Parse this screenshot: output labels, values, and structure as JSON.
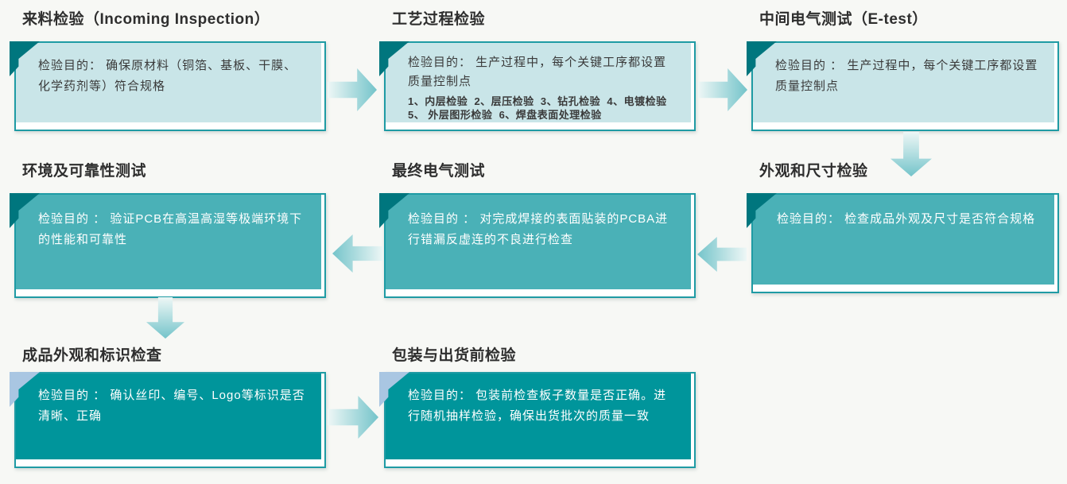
{
  "diagram": {
    "subject": "PCB质量检验流程",
    "background": "#f7f8f5"
  },
  "palette": {
    "border_teal": "#1f9ba4",
    "light_box_fill": "#c9e5e8",
    "medium_box_fill": "#4ab1b7",
    "dark_box_fill": "#00959b",
    "corner_fold_dark": "#00767e",
    "corner_fold_light_blue": "#a9c6e2",
    "arrow_head_teal": "#74c4ca",
    "arrow_tail_light": "#eef7f6",
    "title_text": "#2e2e2e",
    "body_text_dark": "#3a3a3a",
    "body_text_light": "#ffffff"
  },
  "nodes": [
    {
      "title": "来料检验（Incoming Inspection）",
      "body": "检验目的： 确保原材料（铜箔、基板、干膜、化学药剂等）符合规格"
    },
    {
      "title": "工艺过程检验",
      "body": "检验目的： 生产过程中，每个关键工序都设置质量控制点",
      "list_line1": "1、内层检验  2、层压检验  3、钻孔检验  4、电镀检验",
      "list_line2": "5、 外层图形检验  6、焊盘表面处理检验"
    },
    {
      "title": "中间电气测试（E-test）",
      "body": "检验目的 ： 生产过程中，每个关键工序都设置质量控制点"
    },
    {
      "title": "环境及可靠性测试",
      "body": "检验目的 ： 验证PCB在高温高湿等极端环境下的性能和可靠性"
    },
    {
      "title": "最终电气测试",
      "body": "检验目的 ： 对完成焊接的表面贴装的PCBA进行错漏反虚连的不良进行检查"
    },
    {
      "title": "外观和尺寸检验",
      "body": "检验目的： 检查成品外观及尺寸是否符合规格"
    },
    {
      "title": "成品外观和标识检查",
      "body": "检验目的 ： 确认丝印、编号、Logo等标识是否清晰、正确"
    },
    {
      "title": "包装与出货前检验",
      "body": "检验目的： 包装前检查板子数量是否正确。进行随机抽样检验，确保出货批次的质量一致"
    }
  ],
  "arrows": [
    {
      "from": "来料检验",
      "to": "工艺过程检验",
      "direction": "right"
    },
    {
      "from": "工艺过程检验",
      "to": "中间电气测试",
      "direction": "right"
    },
    {
      "from": "中间电气测试",
      "to": "外观和尺寸检验",
      "direction": "down"
    },
    {
      "from": "外观和尺寸检验",
      "to": "最终电气测试",
      "direction": "left"
    },
    {
      "from": "最终电气测试",
      "to": "环境及可靠性测试",
      "direction": "left"
    },
    {
      "from": "环境及可靠性测试",
      "to": "成品外观和标识检查",
      "direction": "down"
    },
    {
      "from": "成品外观和标识检查",
      "to": "包装与出货前检验",
      "direction": "right"
    }
  ]
}
